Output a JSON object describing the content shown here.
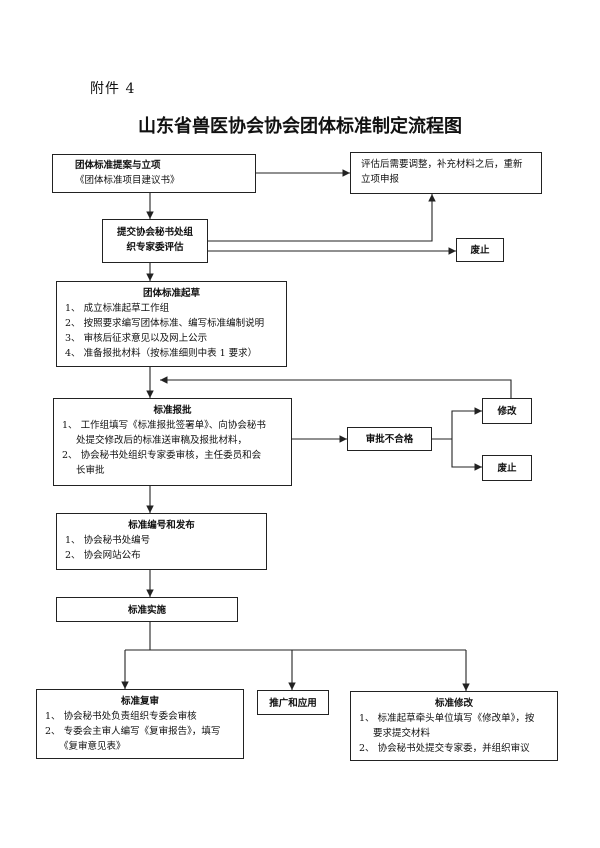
{
  "header": {
    "annex": "附件 4",
    "title": "山东省兽医协会协会团体标准制定流程图"
  },
  "nodes": {
    "proposal": {
      "title": "团体标准提案与立项",
      "lines": [
        "《团体标准项目建议书》"
      ]
    },
    "resubmit": {
      "lines": [
        "评估后需要调整，补充材料之后，重新",
        "立项申报"
      ]
    },
    "review": {
      "lines": [
        "提交协会秘书处组",
        "织专家委评估"
      ]
    },
    "abolish1": {
      "title": "废止"
    },
    "draft": {
      "title": "团体标准起草",
      "lines": [
        "1、 成立标准起草工作组",
        "2、 按照要求编写团体标准、编写标准编制说明",
        "3、 审核后征求意见以及网上公示",
        "4、 准备报批材料（按标准细则中表 1 要求）"
      ]
    },
    "approve": {
      "title": "标准报批",
      "lines": [
        "1、 工作组填写《标准报批签署单》、向协会秘书",
        "处提交修改后的标准送审稿及报批材料，",
        "2、 协会秘书处组织专家委审核，主任委员和会",
        "长审批"
      ]
    },
    "reject": {
      "title": "审批不合格"
    },
    "modify": {
      "title": "修改"
    },
    "abolish2": {
      "title": "废止"
    },
    "publish": {
      "title": "标准编号和发布",
      "lines": [
        "1、 协会秘书处编号",
        "2、 协会网站公布"
      ]
    },
    "implement": {
      "title": "标准实施"
    },
    "rereview": {
      "title": "标准复审",
      "lines": [
        "1、 协会秘书处负责组织专委会审核",
        "2、 专委会主审人编写《复审报告》，填写",
        "《复审意见表》"
      ]
    },
    "promote": {
      "title": "推广和应用"
    },
    "revise": {
      "title": "标准修改",
      "lines": [
        "1、 标准起草牵头单位填写《修改单》，按",
        "要求提交材料",
        "2、 协会秘书处提交专家委，并组织审议"
      ]
    }
  }
}
